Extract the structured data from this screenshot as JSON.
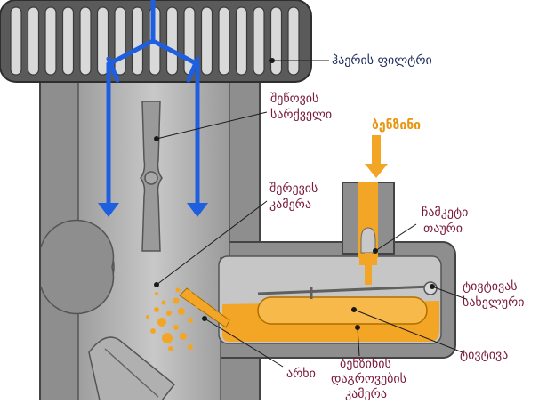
{
  "labels": {
    "air_filter": "ჰაერის ფილტრი",
    "throttle_1": "შეწოვის",
    "throttle_2": "სარქველი",
    "fuel": "ბენზინი",
    "mixing_1": "შერევის",
    "mixing_2": "კამერა",
    "needle_1": "ჩამკეტი",
    "needle_2": "თაური",
    "float_lever_1": "ტივტივას",
    "float_lever_2": "სახელური",
    "jet": "არხი",
    "float": "ტივტივა",
    "fuel_chamber_1": "ბენზინის",
    "fuel_chamber_2": "დაგროვების",
    "fuel_chamber_3": "კამერა"
  },
  "colors": {
    "body": "#8c8c8c",
    "body_light": "#bdbdbd",
    "outline": "#3a3a3a",
    "fuel": "#f3a625",
    "air_arrow": "#1e5fe0",
    "label": "#7a1a3a",
    "fuel_label": "#e8950f"
  }
}
